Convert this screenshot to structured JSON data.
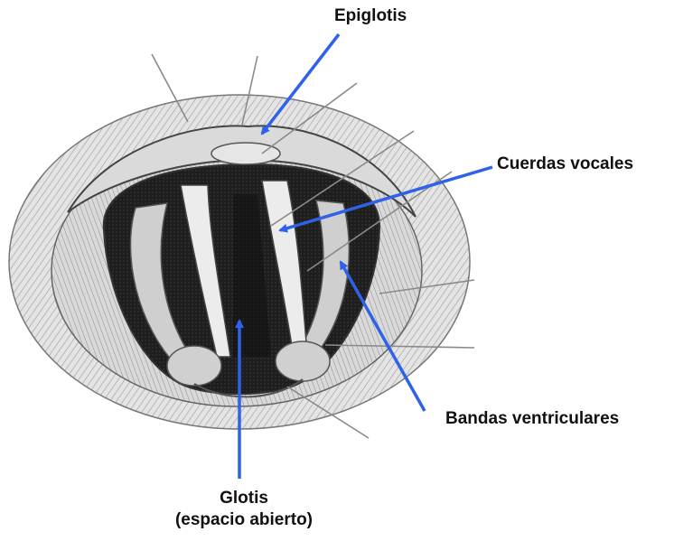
{
  "labels": {
    "epiglotis": "Epiglotis",
    "cuerdas_vocales": "Cuerdas vocales",
    "bandas_ventriculares": "Bandas ventriculares",
    "glotis_line1": "Glotis",
    "glotis_line2": "(espacio abierto)"
  },
  "colors": {
    "arrow": "#2f62e8",
    "ink": "#222222",
    "cavity": "#1a1a1a",
    "tissue": "#d6d6d6"
  }
}
